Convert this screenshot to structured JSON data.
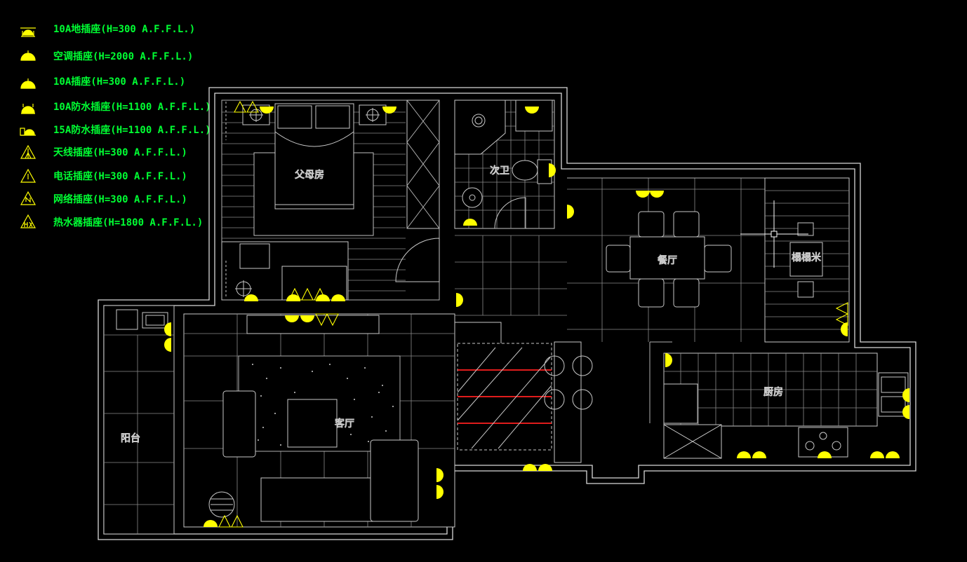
{
  "colors": {
    "background": "#000000",
    "wall": "#d0d0d0",
    "line": "#b8b8b8",
    "legend_text": "#00ff33",
    "socket": "#ffff00",
    "accent_red": "#ff2020"
  },
  "legend": [
    {
      "icon": "floor-socket-icon",
      "text": "10A地插座(H=300 A.F.F.L.)"
    },
    {
      "icon": "ac-socket-icon",
      "text": "空调插座(H=2000 A.F.F.L.)"
    },
    {
      "icon": "socket-icon",
      "text": "10A插座(H=300 A.F.F.L.)"
    },
    {
      "icon": "waterproof-socket-icon",
      "text": "10A防水插座(H=1100 A.F.F.L.)"
    },
    {
      "icon": "waterproof-15a-socket-icon",
      "text": "15A防水插座(H=1100 A.F.F.L.)"
    },
    {
      "icon": "antenna-socket-icon",
      "text": "天线插座(H=300 A.F.F.L.)"
    },
    {
      "icon": "phone-socket-icon",
      "text": "电话插座(H=300 A.F.F.L.)"
    },
    {
      "icon": "network-socket-icon",
      "text": "网络插座(H=300 A.F.F.L.)"
    },
    {
      "icon": "water-heater-socket-icon",
      "text": "热水器插座(H=1800 A.F.F.L.)"
    }
  ],
  "rooms": {
    "parents_room": "父母房",
    "bathroom": "次卫",
    "dining": "餐厅",
    "tatami": "榻榻米",
    "balcony": "阳台",
    "living": "客厅",
    "kitchen": "厨房"
  }
}
